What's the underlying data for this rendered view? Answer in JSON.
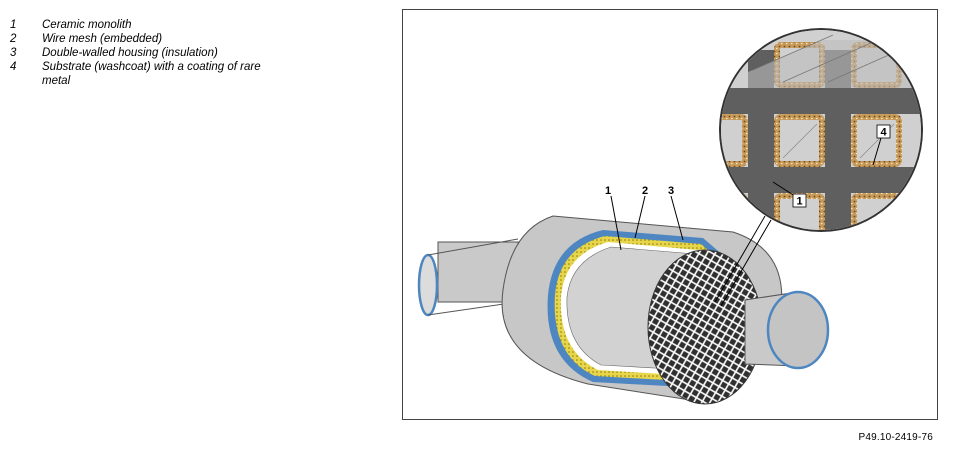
{
  "legend": [
    {
      "number": "1",
      "text": "Ceramic monolith"
    },
    {
      "number": "2",
      "text": "Wire mesh (embedded)"
    },
    {
      "number": "3",
      "text": "Double-walled housing (insulation)"
    },
    {
      "number": "4",
      "text": "Substrate (washcoat) with a coating of rare metal"
    }
  ],
  "callouts": {
    "c1": "1",
    "c2": "2",
    "c3": "3",
    "d1": "1",
    "d4": "4"
  },
  "figure_id": "P49.10-2419-76",
  "colors": {
    "metal": "#c9c9c9",
    "metal_dark": "#a9a9a9",
    "insulation": "#f2e43c",
    "rim": "#7fb3d8",
    "substrate": "#c79a5a",
    "grid": "#5f5f5f"
  }
}
